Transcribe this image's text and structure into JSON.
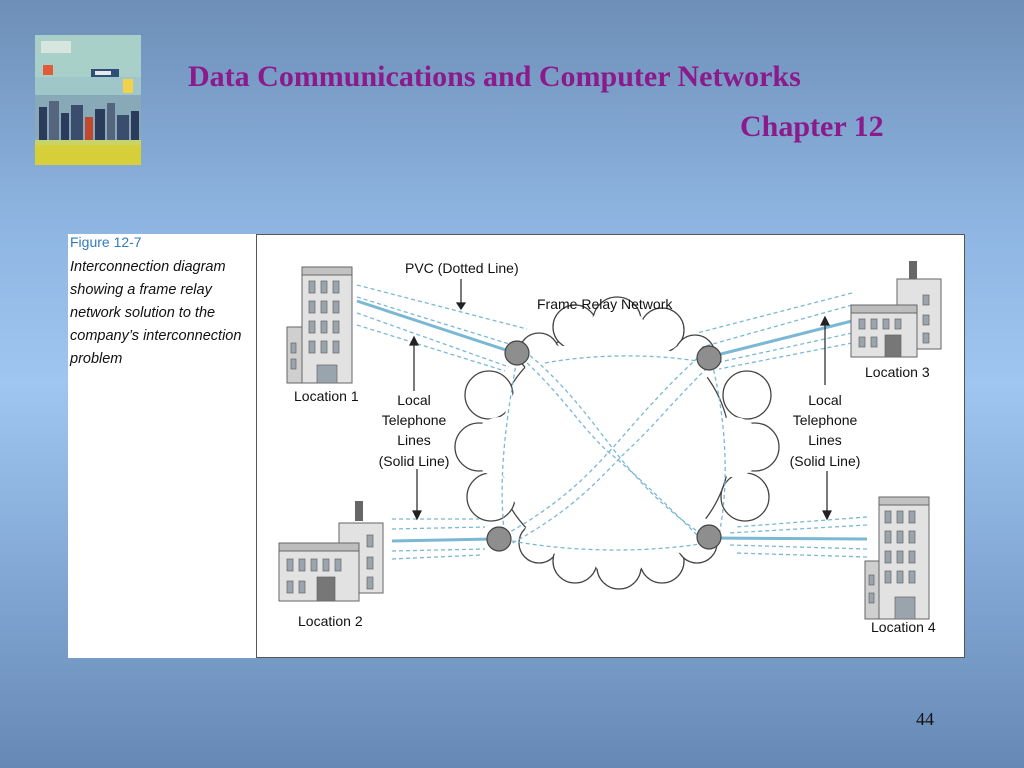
{
  "slide": {
    "title": "Data Communications and Computer Networks",
    "chapter": "Chapter 12",
    "page_number": "44"
  },
  "figure": {
    "label": "Figure 12-7",
    "description": "Interconnection diagram showing a frame relay network solution to the company’s interconnection problem"
  },
  "diagram": {
    "pvc_label": "PVC (Dotted Line)",
    "network_label": "Frame Relay Network",
    "local_lines_left": [
      "Local",
      "Telephone",
      "Lines",
      "(Solid Line)"
    ],
    "local_lines_right": [
      "Local",
      "Telephone",
      "Lines",
      "(Solid Line)"
    ],
    "locations": [
      "Location 1",
      "Location 2",
      "Location 3",
      "Location 4"
    ]
  },
  "colors": {
    "title": "#8b1a8b",
    "figure_label": "#2f7cc0",
    "line": "#7ab8d3"
  }
}
